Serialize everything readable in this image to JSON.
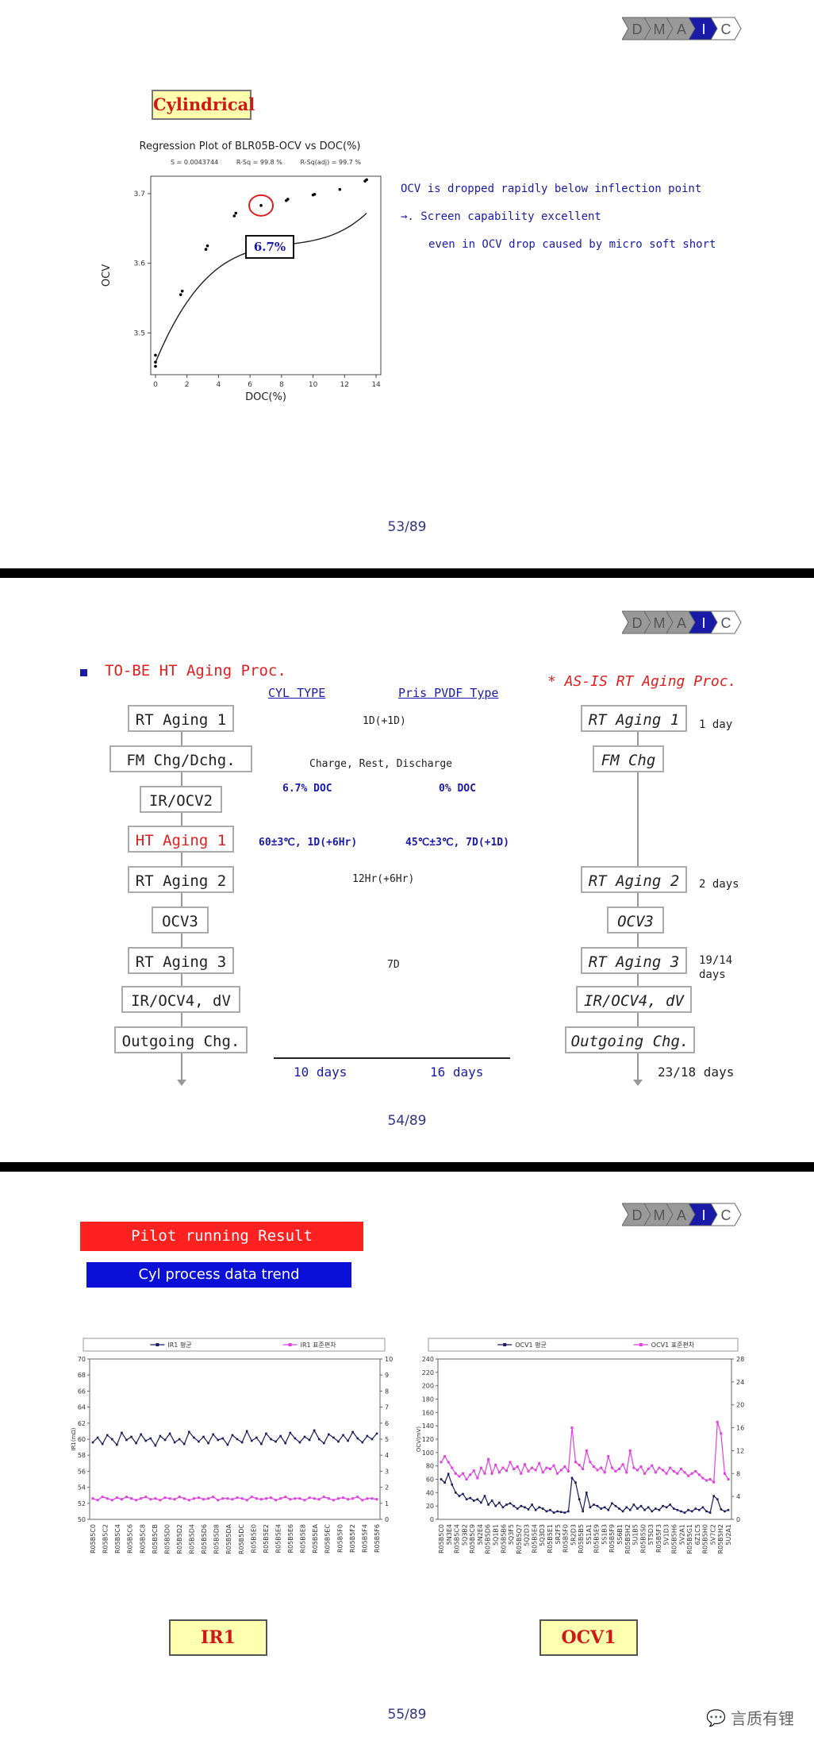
{
  "slide1": {
    "title_label": "Cylindrical",
    "plot_title": "Regression Plot of BLR05B-OCV vs DOC(%)",
    "stats": [
      "S = 0.0043744",
      "R-Sq = 99.8 %",
      "R-Sq(adj) = 99.7 %"
    ],
    "marker_label": "6.7%",
    "notes": [
      "OCV is dropped rapidly below inflection point",
      "→. Screen capability excellent",
      "even in OCV drop caused by micro soft short"
    ],
    "page": "53/89"
  },
  "slide2": {
    "section_title": "TO-BE HT Aging Proc.",
    "asis_title": "* AS-IS RT Aging Proc.",
    "col_cyl": "CYL TYPE",
    "col_pris": "Pris PVDF Type",
    "tobe_steps": [
      "RT Aging 1",
      "FM Chg/Dchg.",
      "IR/OCV2",
      "HT Aging 1",
      "RT Aging 2",
      "OCV3",
      "RT Aging 3",
      "IR/OCV4, dV",
      "Outgoing Chg."
    ],
    "asis_steps": [
      "RT Aging 1",
      "FM Chg",
      "RT Aging 2",
      "OCV3",
      "RT Aging 3",
      "IR/OCV4, dV",
      "Outgoing Chg."
    ],
    "mid_texts": {
      "rt1": "1D(+1D)",
      "fm": "Charge, Rest, Discharge",
      "doc_cyl": "6.7% DOC",
      "doc_pris": "0% DOC",
      "ht_cyl": "60±3℃, 1D(+6Hr)",
      "ht_pris": "45℃±3℃, 7D(+1D)",
      "rt2": "12Hr(+6Hr)",
      "rt3": "7D"
    },
    "asis_days": {
      "rt1": "1 day",
      "rt2": "2 days",
      "rt3": "19/14 days",
      "total": "23/18 days"
    },
    "totals": {
      "cyl": "10 days",
      "pris": "16 days"
    },
    "page": "54/89"
  },
  "slide3": {
    "banner_red": "Pilot running Result",
    "banner_blue": "Cyl process data trend",
    "chart_ir": {
      "legend": [
        "IR1 평균",
        "IR1 표준편차"
      ],
      "y_left_label": "IR1(mΩ)",
      "label": "IR1"
    },
    "chart_ocv": {
      "legend": [
        "OCV1 평균",
        "OCV1 표준편차"
      ],
      "y_left_label": "OCV(mV)",
      "label": "OCV1"
    },
    "page": "55/89",
    "watermark": "言质有锂"
  },
  "dmaic_letters": [
    "D",
    "M",
    "A",
    "I",
    "C"
  ],
  "colors": {
    "accent_blue": "#1a1aa8",
    "accent_red": "#e02020",
    "navy_series": "#1a1a5e",
    "magenta_series": "#e040e0"
  },
  "chart_data": [
    {
      "type": "scatter",
      "title": "Regression Plot of BLR05B-OCV vs DOC(%)",
      "xlabel": "DOC(%)",
      "ylabel": "OCV",
      "xlim": [
        -0.3,
        14.3
      ],
      "ylim": [
        3.44,
        3.725
      ],
      "xticks": [
        0,
        2,
        4,
        6,
        8,
        10,
        12,
        14
      ],
      "yticks": [
        3.5,
        3.6,
        3.7
      ],
      "x": [
        0,
        0,
        0,
        1.6,
        1.7,
        3.2,
        3.3,
        5,
        5.1,
        6.7,
        8.3,
        8.4,
        10,
        10.1,
        11.7,
        13.3,
        13.4
      ],
      "y": [
        3.452,
        3.458,
        3.468,
        3.555,
        3.56,
        3.62,
        3.625,
        3.668,
        3.672,
        3.683,
        3.69,
        3.692,
        3.698,
        3.699,
        3.706,
        3.718,
        3.72
      ]
    },
    {
      "type": "line",
      "label": "IR1",
      "ylim": [
        50,
        70
      ],
      "y2lim": [
        0,
        10
      ],
      "yticks": [
        50,
        52,
        54,
        56,
        58,
        60,
        62,
        64,
        66,
        68,
        70
      ],
      "y2ticks": [
        0,
        1,
        2,
        3,
        4,
        5,
        6,
        7,
        8,
        9,
        10
      ],
      "xticks": [
        "R05B5C0",
        "R05B5C2",
        "R05B5C4",
        "R05B5C6",
        "R05B5C8",
        "R05B5CB",
        "R05B5D0",
        "R05B5D2",
        "R05B5D4",
        "R05B5D6",
        "R05B5D8",
        "R05B5DA",
        "R05B5DC",
        "R05B5E0",
        "R05B5E2",
        "R05B5E4",
        "R05B5E6",
        "R05B5E8",
        "R05B5EA",
        "R05B5EC",
        "R05B5F0",
        "R05B5F2",
        "R05B5F4",
        "R05B5F6"
      ],
      "series": [
        {
          "name": "IR1 평균",
          "values": [
            59.6,
            60.2,
            59.4,
            60.5,
            60.0,
            59.3,
            60.8,
            59.9,
            60.3,
            59.5,
            60.6,
            59.8,
            60.1,
            59.2,
            60.4,
            59.9,
            60.7,
            59.6,
            60.0,
            59.4,
            60.9,
            60.2,
            59.7,
            60.3,
            59.5,
            60.6,
            59.9,
            60.1,
            59.3,
            60.5,
            60.0,
            59.6,
            61.0,
            59.8,
            60.2,
            59.4,
            60.7,
            60.0,
            59.7,
            60.4,
            59.5,
            60.8,
            60.1,
            59.6,
            60.3,
            59.9,
            61.1,
            60.0,
            59.5,
            60.6,
            60.2,
            59.7,
            60.5,
            59.8,
            60.9,
            60.1,
            59.6,
            60.4,
            60.0,
            60.7
          ]
        },
        {
          "name": "IR1 표준편차",
          "values": [
            1.3,
            1.2,
            1.4,
            1.3,
            1.2,
            1.35,
            1.25,
            1.4,
            1.3,
            1.2,
            1.3,
            1.4,
            1.25,
            1.3,
            1.2,
            1.35,
            1.3,
            1.25,
            1.4,
            1.3,
            1.2,
            1.3,
            1.35,
            1.25,
            1.3,
            1.4,
            1.2,
            1.3,
            1.3,
            1.25,
            1.35,
            1.3,
            1.2,
            1.4,
            1.3,
            1.25,
            1.3,
            1.35,
            1.2,
            1.3,
            1.4,
            1.25,
            1.3,
            1.3,
            1.2,
            1.35,
            1.3,
            1.25,
            1.4,
            1.3,
            1.2,
            1.3,
            1.35,
            1.25,
            1.3,
            1.4,
            1.2,
            1.3,
            1.3,
            1.25
          ]
        }
      ]
    },
    {
      "type": "line",
      "label": "OCV1",
      "ylim": [
        0,
        240
      ],
      "y2lim": [
        0,
        28
      ],
      "yticks": [
        0,
        20,
        40,
        60,
        80,
        100,
        120,
        140,
        160,
        180,
        200,
        220,
        240
      ],
      "y2ticks": [
        0,
        4,
        8,
        12,
        16,
        20,
        24,
        28
      ],
      "xticks": [
        "R05B5C0",
        "5N3E4",
        "R05B5C4",
        "5Q3B2",
        "R05B5C9",
        "5N2E4",
        "R05B5D6",
        "5Q1B1",
        "R05B5B6",
        "5Q3F5",
        "R05B5Q7",
        "5Q2D3",
        "R05B5E4",
        "5Q3D3",
        "R05B5E1",
        "5R2F5",
        "R05B5F0",
        "5R2D3",
        "R05B5B5",
        "5S1A1",
        "R05B5E9",
        "5S1B3",
        "R05B5F9",
        "5S6B1",
        "R05B5H2",
        "5U1B5",
        "R05B5S0",
        "5T5D3",
        "R05B5F3",
        "5V1D3",
        "R05B5H6",
        "5V2A1",
        "R05B5G1",
        "6Z1C5",
        "R05B5H0",
        "5V7C2",
        "R05B5H2",
        "5U2A1"
      ],
      "series": [
        {
          "name": "OCV1 평균",
          "values": [
            60,
            55,
            68,
            52,
            40,
            35,
            38,
            30,
            32,
            28,
            30,
            25,
            35,
            22,
            28,
            20,
            25,
            18,
            22,
            24,
            20,
            16,
            20,
            18,
            15,
            22,
            14,
            18,
            16,
            12,
            14,
            10,
            12,
            11,
            10,
            12,
            62,
            55,
            30,
            12,
            40,
            18,
            22,
            20,
            16,
            18,
            14,
            24,
            20,
            16,
            12,
            18,
            14,
            22,
            16,
            20,
            14,
            18,
            12,
            16,
            14,
            20,
            18,
            22,
            16,
            14,
            12,
            10,
            14,
            12,
            16,
            14,
            18,
            12,
            10,
            35,
            30,
            15,
            12,
            14
          ]
        },
        {
          "name": "OCV1 표준편차",
          "values": [
            10,
            11,
            10,
            9,
            8,
            7.5,
            8,
            7,
            7.8,
            8.5,
            7.2,
            9,
            8,
            10.5,
            8,
            9.5,
            8.2,
            9,
            8.5,
            10,
            8.8,
            9.2,
            8,
            9.6,
            8.4,
            9,
            8.6,
            9.8,
            8.2,
            9,
            8.8,
            9.4,
            8,
            8.6,
            9.2,
            8.4,
            16,
            10,
            9.5,
            8.8,
            12,
            10,
            9.2,
            8.6,
            9,
            8.2,
            11,
            9,
            8.4,
            8.8,
            9.6,
            8.2,
            12,
            9,
            8.6,
            9.2,
            8,
            8.8,
            9.4,
            8.2,
            9,
            8.6,
            8,
            9,
            8.4,
            8,
            8.8,
            8.2,
            7.6,
            8,
            8.4,
            7.8,
            7.2,
            6.8,
            7,
            6.5,
            17,
            15,
            8,
            7
          ]
        }
      ]
    }
  ]
}
